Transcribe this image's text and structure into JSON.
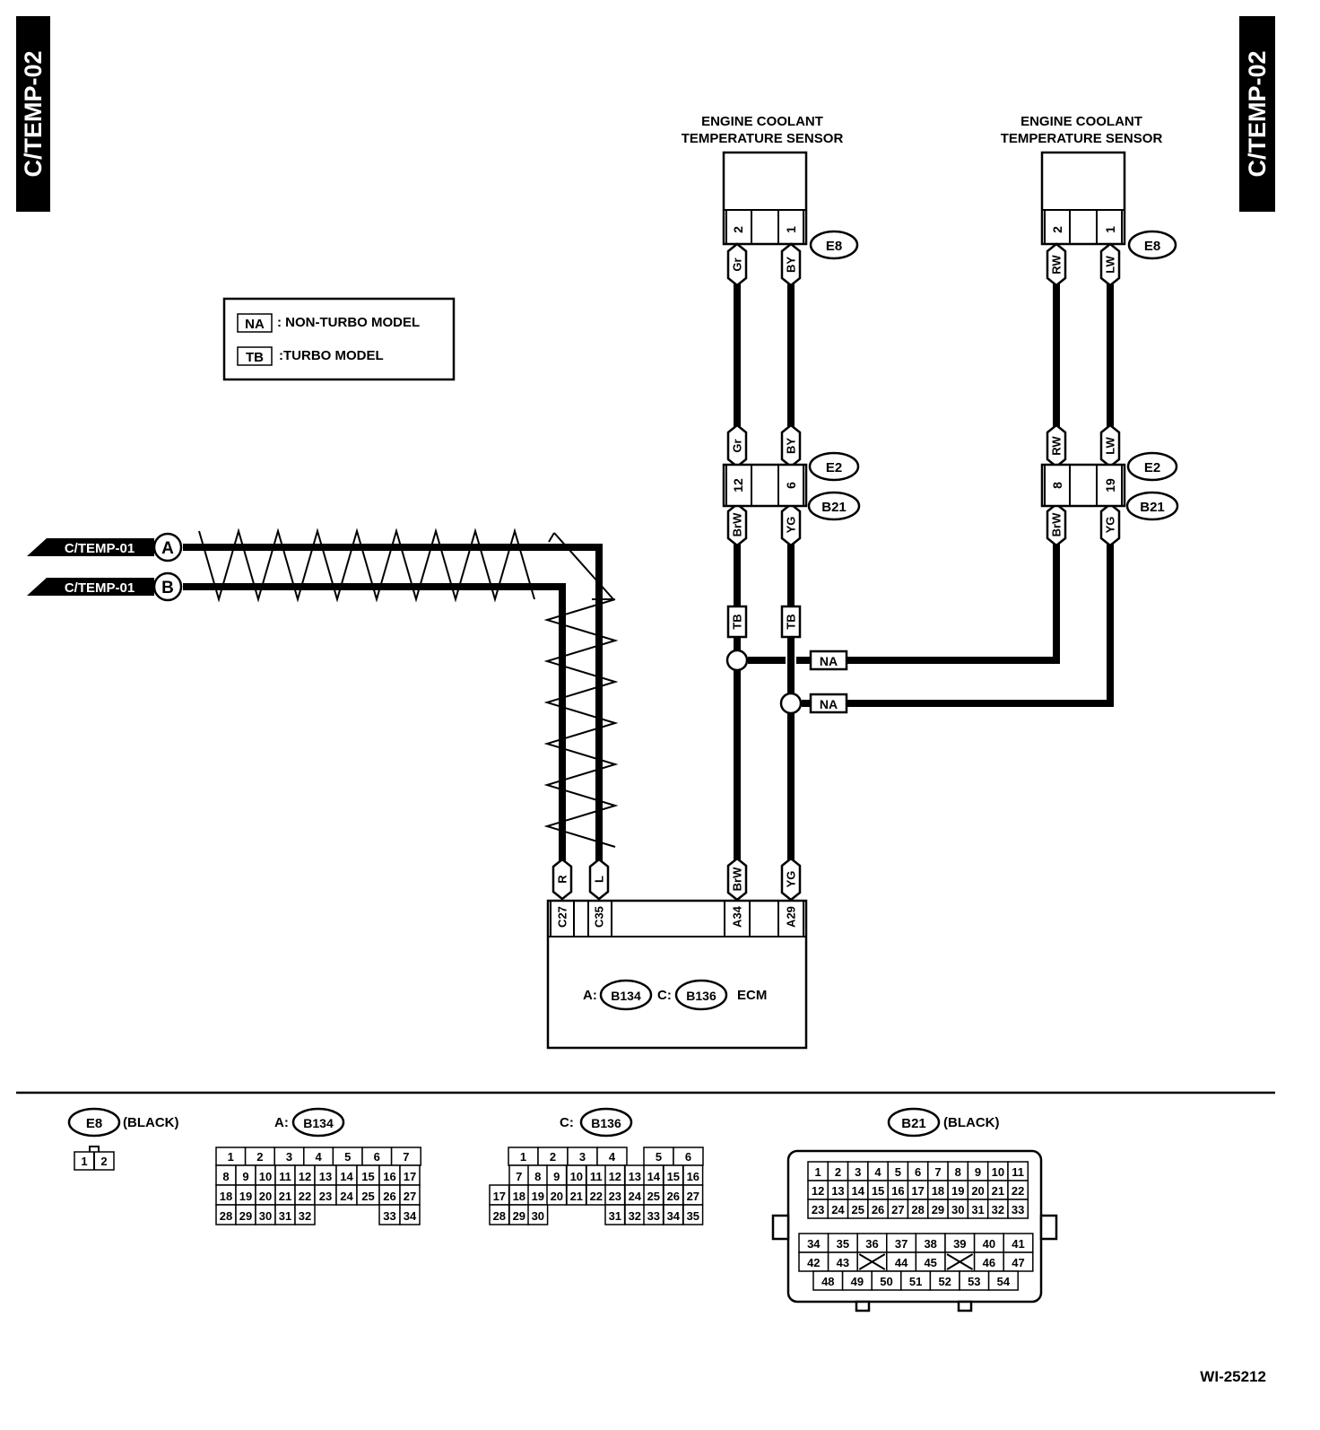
{
  "page": {
    "code_left": "C/TEMP-02",
    "code_right": "C/TEMP-02",
    "figure_id": "WI-25212"
  },
  "legend": {
    "na_tag": "NA",
    "na_text": ": NON-TURBO MODEL",
    "tb_tag": "TB",
    "tb_text": ":TURBO MODEL"
  },
  "sensors": {
    "left": {
      "title_line1": "ENGINE COOLANT",
      "title_line2": "TEMPERATURE SENSOR",
      "pin_a": "2",
      "pin_b": "1",
      "connector": "E8"
    },
    "right": {
      "title_line1": "ENGINE COOLANT",
      "title_line2": "TEMPERATURE SENSOR",
      "pin_a": "2",
      "pin_b": "1",
      "connector": "E8"
    }
  },
  "wires": {
    "left_top_a": "Gr",
    "left_top_b": "BY",
    "left_mid_a": "Gr",
    "left_mid_b": "BY",
    "left_low_a": "BrW",
    "left_low_b": "YG",
    "right_top_a": "RW",
    "right_top_b": "LW",
    "right_mid_a": "RW",
    "right_mid_b": "LW",
    "right_low_a": "BrW",
    "right_low_b": "YG",
    "ecm_r": "R",
    "ecm_l": "L",
    "ecm_brw": "BrW",
    "ecm_yg": "YG"
  },
  "joint_connectors": {
    "left": {
      "pin_a": "12",
      "pin_b": "6",
      "upper": "E2",
      "lower": "B21"
    },
    "right": {
      "pin_a": "8",
      "pin_b": "19",
      "upper": "E2",
      "lower": "B21"
    }
  },
  "model_tags": {
    "tb_a": "TB",
    "tb_b": "TB",
    "na_a": "NA",
    "na_b": "NA"
  },
  "offpage": {
    "a_label": "C/TEMP-01",
    "a_letter": "A",
    "b_label": "C/TEMP-01",
    "b_letter": "B"
  },
  "ecm": {
    "pin_c27": "C27",
    "pin_c35": "C35",
    "pin_a34": "A34",
    "pin_a29": "A29",
    "prefix_a": "A:",
    "conn_a": "B134",
    "prefix_c": "C:",
    "conn_c": "B136",
    "name": "ECM"
  },
  "connector_views": {
    "e8": {
      "name": "E8",
      "color": "(BLACK)",
      "pins": [
        "1",
        "2"
      ]
    },
    "b134": {
      "prefix": "A:",
      "name": "B134",
      "rows": [
        [
          "1",
          "2",
          "3",
          "4",
          "5",
          "6",
          "7"
        ],
        [
          "8",
          "9",
          "10",
          "11",
          "12",
          "13",
          "14",
          "15",
          "16",
          "17"
        ],
        [
          "18",
          "19",
          "20",
          "21",
          "22",
          "23",
          "24",
          "25",
          "26",
          "27"
        ],
        [
          "28",
          "29",
          "30",
          "31",
          "32",
          "33",
          "34"
        ]
      ]
    },
    "b136": {
      "prefix": "C:",
      "name": "B136",
      "rows": [
        [
          "1",
          "2",
          "3",
          "4",
          "5",
          "6"
        ],
        [
          "7",
          "8",
          "9",
          "10",
          "11",
          "12",
          "13",
          "14",
          "15",
          "16"
        ],
        [
          "17",
          "18",
          "19",
          "20",
          "21",
          "22",
          "23",
          "24",
          "25",
          "26",
          "27"
        ],
        [
          "28",
          "29",
          "30",
          "31",
          "32",
          "33",
          "34",
          "35"
        ]
      ]
    },
    "b21": {
      "name": "B21",
      "color": "(BLACK)",
      "rows": [
        [
          "1",
          "2",
          "3",
          "4",
          "5",
          "6",
          "7",
          "8",
          "9",
          "10",
          "11"
        ],
        [
          "12",
          "13",
          "14",
          "15",
          "16",
          "17",
          "18",
          "19",
          "20",
          "21",
          "22"
        ],
        [
          "23",
          "24",
          "25",
          "26",
          "27",
          "28",
          "29",
          "30",
          "31",
          "32",
          "33"
        ],
        [
          "34",
          "35",
          "36",
          "37",
          "38",
          "39",
          "40",
          "41"
        ],
        [
          "42",
          "43",
          "44",
          "45",
          "46",
          "47"
        ],
        [
          "48",
          "49",
          "50",
          "51",
          "52",
          "53",
          "54"
        ]
      ]
    }
  }
}
